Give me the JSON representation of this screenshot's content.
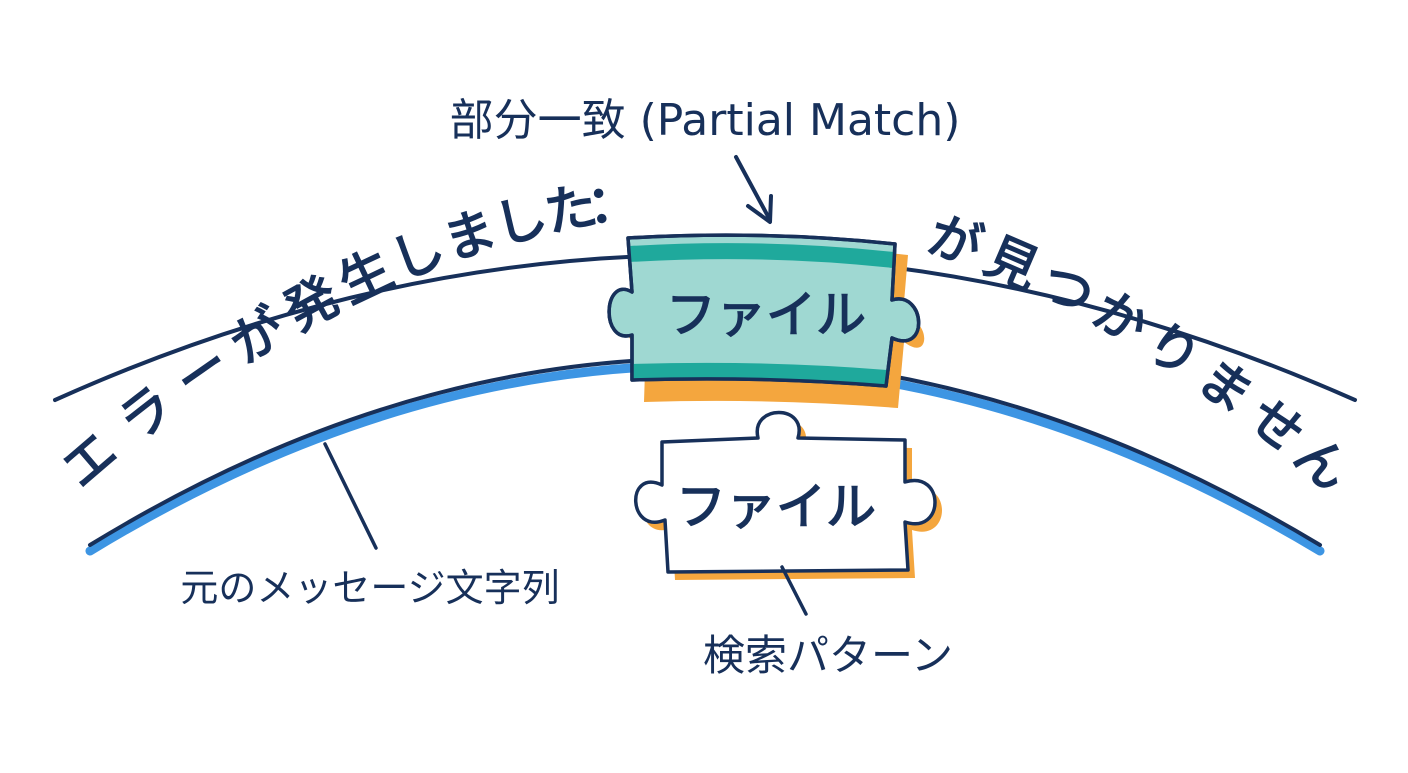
{
  "title": "部分一致 (Partial Match)",
  "message": {
    "before": [
      "エ",
      "ラ",
      "ー",
      "が",
      "発",
      "生",
      "し",
      "ま",
      "し",
      "た",
      "："
    ],
    "match": "ファイル",
    "after": [
      "が",
      "見",
      "つ",
      "か",
      "り",
      "ま",
      "せ",
      "ん"
    ]
  },
  "pattern_text": "ファイル",
  "labels": {
    "original_string": "元のメッセージ文字列",
    "search_pattern": "検索パターン"
  },
  "colors": {
    "ink": "#17305a",
    "teal_fill": "#9fd8d2",
    "teal_band": "#1fa99c",
    "orange": "#f4a63e",
    "blue": "#3d95e3"
  }
}
